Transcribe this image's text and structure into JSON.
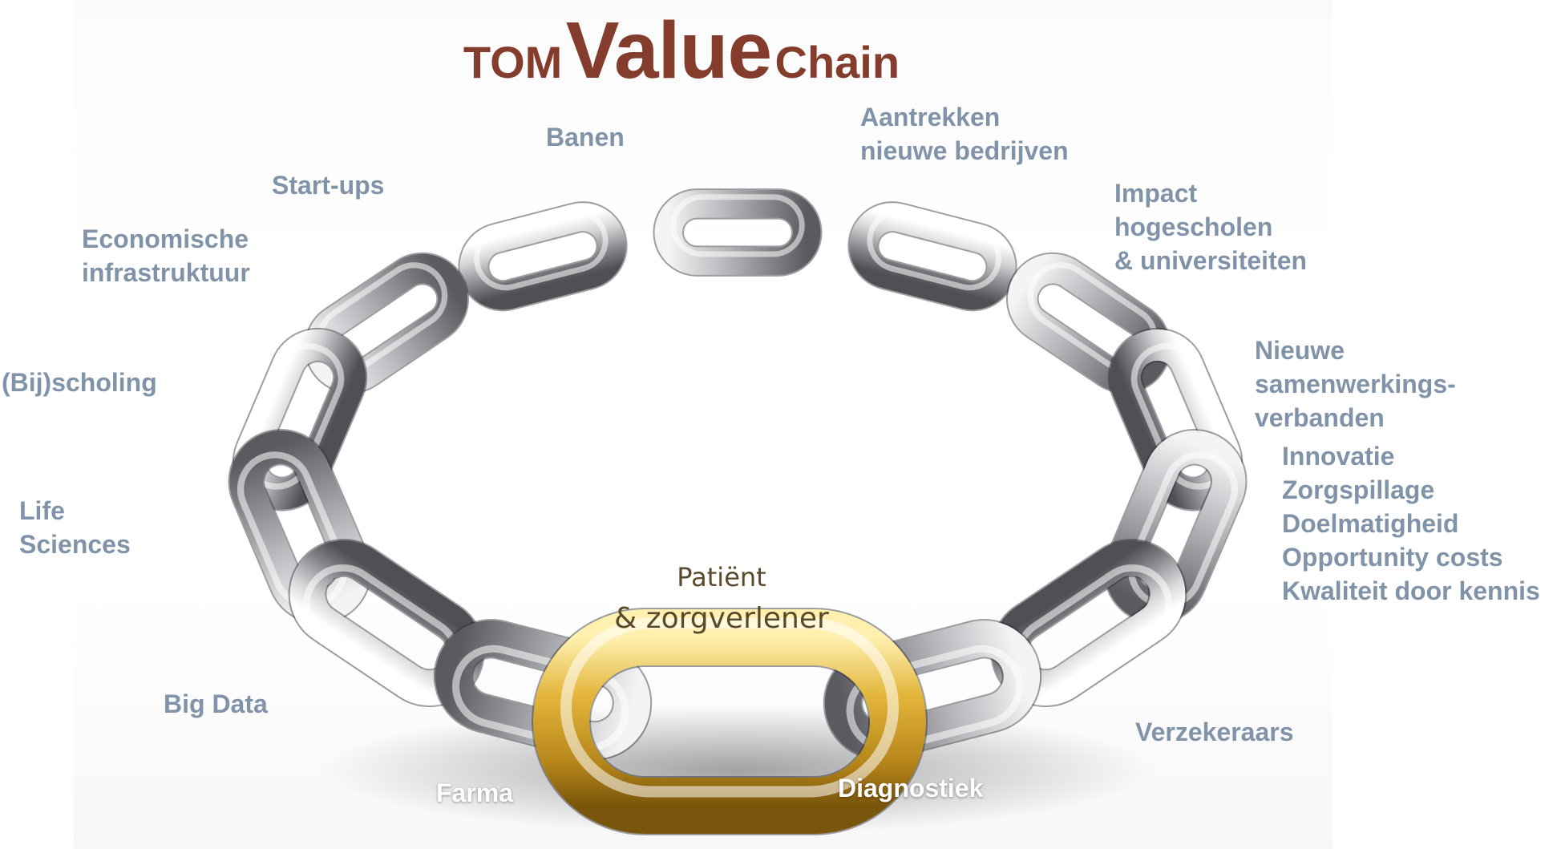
{
  "title": {
    "prefix": "TOM",
    "main": "Value",
    "suffix": "Chain"
  },
  "colors": {
    "title": "#843c2c",
    "label": "#8093a8",
    "chain_metal": "#b4b4b8",
    "gold_link": "#d4a52a"
  },
  "gold_link": {
    "line1": "Patiënt",
    "line2": "& zorgverlener"
  },
  "labels": {
    "banen": "Banen",
    "aantrekken": [
      "Aantrekken",
      "nieuwe bedrijven"
    ],
    "startups": "Start-ups",
    "impact": [
      "Impact",
      "hogescholen",
      "& universiteiten"
    ],
    "economische": [
      "Economische",
      "infrastruktuur"
    ],
    "nieuwe": [
      "Nieuwe",
      "samenwerkings-",
      "verbanden"
    ],
    "bijscholing": "(Bij)scholing",
    "innovatie_list": [
      "Innovatie",
      "Zorgspillage",
      "Doelmatigheid",
      "Opportunity costs",
      "Kwaliteit door kennis"
    ],
    "life_sciences": [
      "Life",
      "Sciences"
    ],
    "big_data": "Big Data",
    "verzekeraars": "Verzekeraars",
    "farma": "Farma",
    "diagnostiek": "Diagnostiek"
  }
}
